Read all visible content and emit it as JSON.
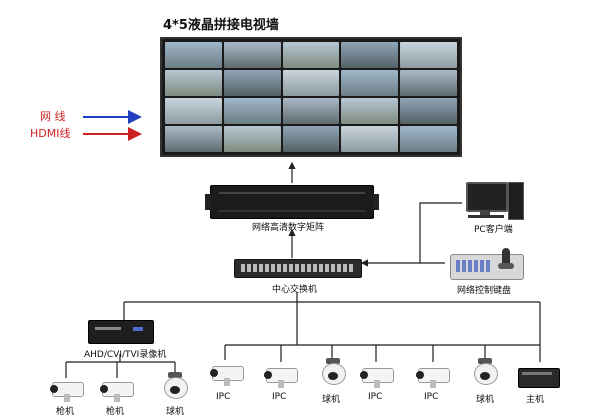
{
  "title": "4*5液晶拼接电视墙",
  "legend": {
    "network": "网  线",
    "hdmi": "HDMI线",
    "network_color": "#1f3fbf",
    "hdmi_color": "#cc1f1f"
  },
  "matrix": {
    "label": "网络高清数字矩阵"
  },
  "switch": {
    "label": "中心交换机"
  },
  "pc": {
    "label": "PC客户端"
  },
  "keyboard": {
    "label": "网络控制键盘"
  },
  "recorder": {
    "label": "AHD/CVI/TVI录像机"
  },
  "cameras_left": [
    {
      "label": "枪机",
      "icon": "bullet-camera-icon"
    },
    {
      "label": "枪机",
      "icon": "bullet-camera-icon"
    },
    {
      "label": "球机",
      "icon": "dome-camera-icon"
    }
  ],
  "cameras_right": [
    {
      "label": "IPC",
      "icon": "bullet-camera-icon"
    },
    {
      "label": "IPC",
      "icon": "bullet-camera-icon"
    },
    {
      "label": "球机",
      "icon": "dome-camera-icon"
    },
    {
      "label": "IPC",
      "icon": "bullet-camera-icon"
    },
    {
      "label": "IPC",
      "icon": "bullet-camera-icon"
    },
    {
      "label": "球机",
      "icon": "dome-camera-icon"
    },
    {
      "label": "主机",
      "icon": "server-icon"
    }
  ]
}
